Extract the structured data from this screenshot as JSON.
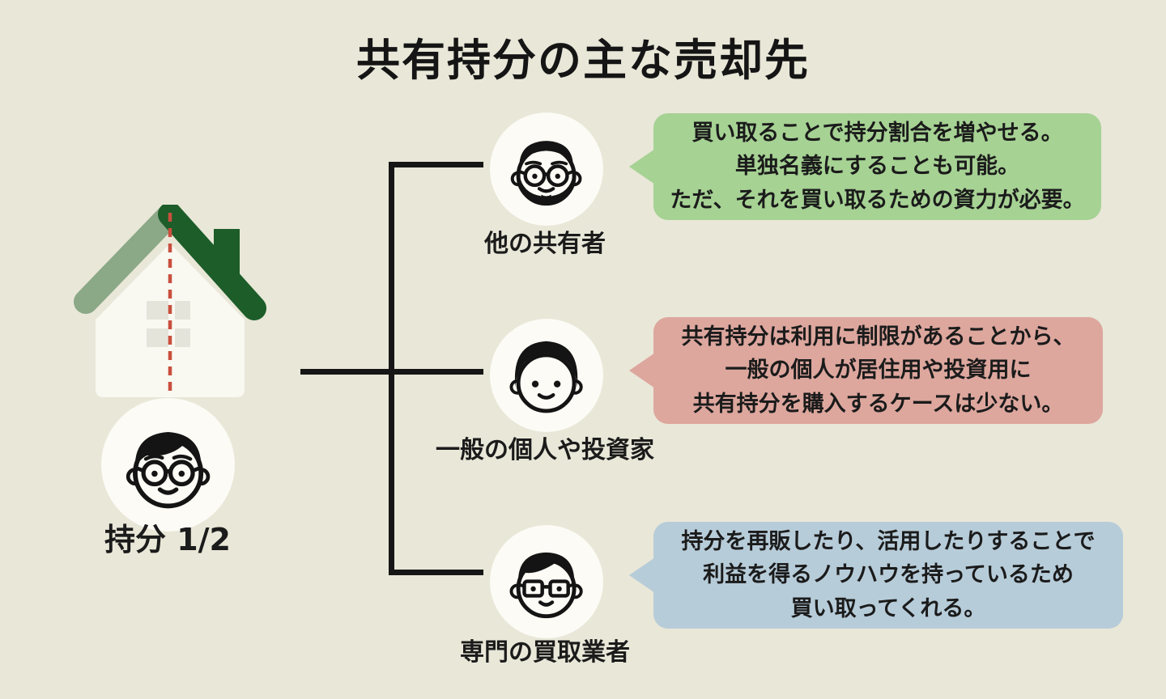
{
  "title": "共有持分の主な売却先",
  "colors": {
    "background": "#e9e7d8",
    "connector_line": "#161616",
    "text": "#1b1b1b",
    "house_body": "#f9f8f1",
    "house_window": "#e5e4da",
    "roof_left": "#8ba887",
    "roof_right": "#1c5d29",
    "divider_red_dashed": "#c94f3d",
    "avatar_circle": "#fcfbf5",
    "bubble_green": "#a6d294",
    "bubble_pink": "#dda79e",
    "bubble_blue": "#b7ccd9"
  },
  "owner": {
    "share_label": "持分 1/2",
    "avatar_icon": "man-glasses-icon"
  },
  "branches": [
    {
      "id": "co-owner",
      "label": "他の共有者",
      "avatar_icon": "man-glasses-beard-icon",
      "bubble_color": "#a6d294",
      "lines": [
        "買い取ることで持分割合を増やせる。",
        "単独名義にすることも可能。",
        "ただ、それを買い取るための資力が必要。"
      ]
    },
    {
      "id": "individual-investor",
      "label": "一般の個人や投資家",
      "avatar_icon": "man-round-face-icon",
      "bubble_color": "#dda79e",
      "lines": [
        "共有持分は利用に制限があることから、",
        "一般の個人が居住用や投資用に",
        "共有持分を購入するケースは少ない。"
      ]
    },
    {
      "id": "buyback-company",
      "label": "専門の買取業者",
      "avatar_icon": "man-square-glasses-icon",
      "bubble_color": "#b7ccd9",
      "lines": [
        "持分を再販したり、活用したりすることで",
        "利益を得るノウハウを持っているため",
        "買い取ってくれる。"
      ]
    }
  ]
}
